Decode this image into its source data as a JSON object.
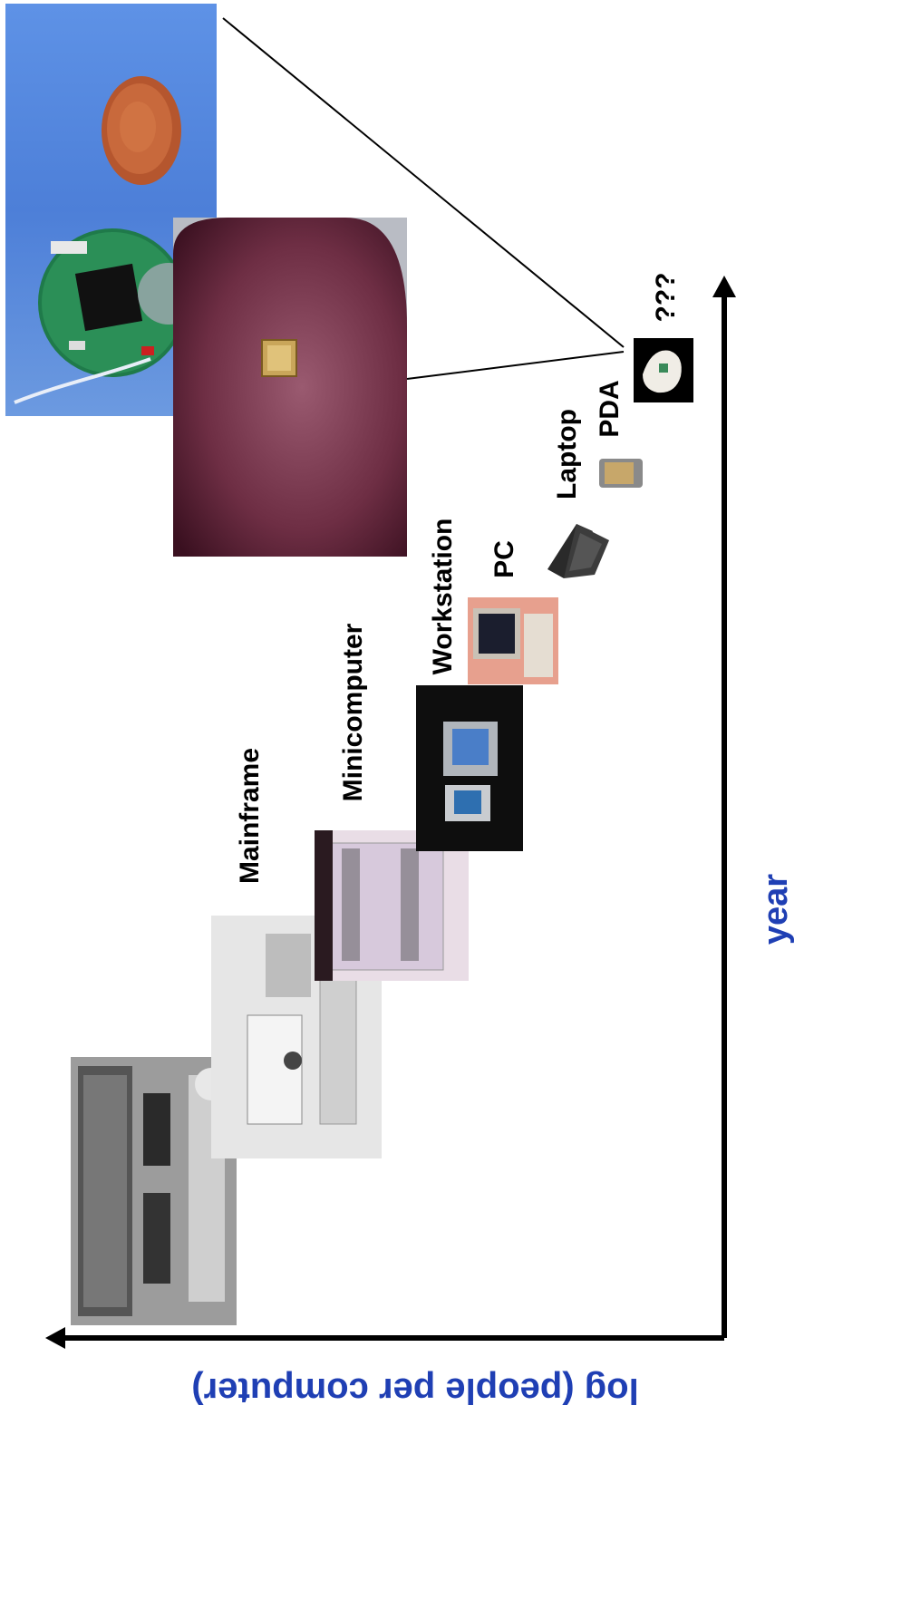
{
  "stages": [
    {
      "label": "Mainframe"
    },
    {
      "label": "Minicomputer"
    },
    {
      "label": "Workstation"
    },
    {
      "label": "PC"
    },
    {
      "label": "Laptop"
    },
    {
      "label": "PDA"
    },
    {
      "label": "???"
    }
  ],
  "axes": {
    "x_label": "year",
    "y_label": "log (people per computer)",
    "label_color": "#1f3fb4"
  },
  "colors": {
    "sky": "#4a7fd6",
    "finger": "#7a3a4e",
    "axis": "#000000"
  }
}
